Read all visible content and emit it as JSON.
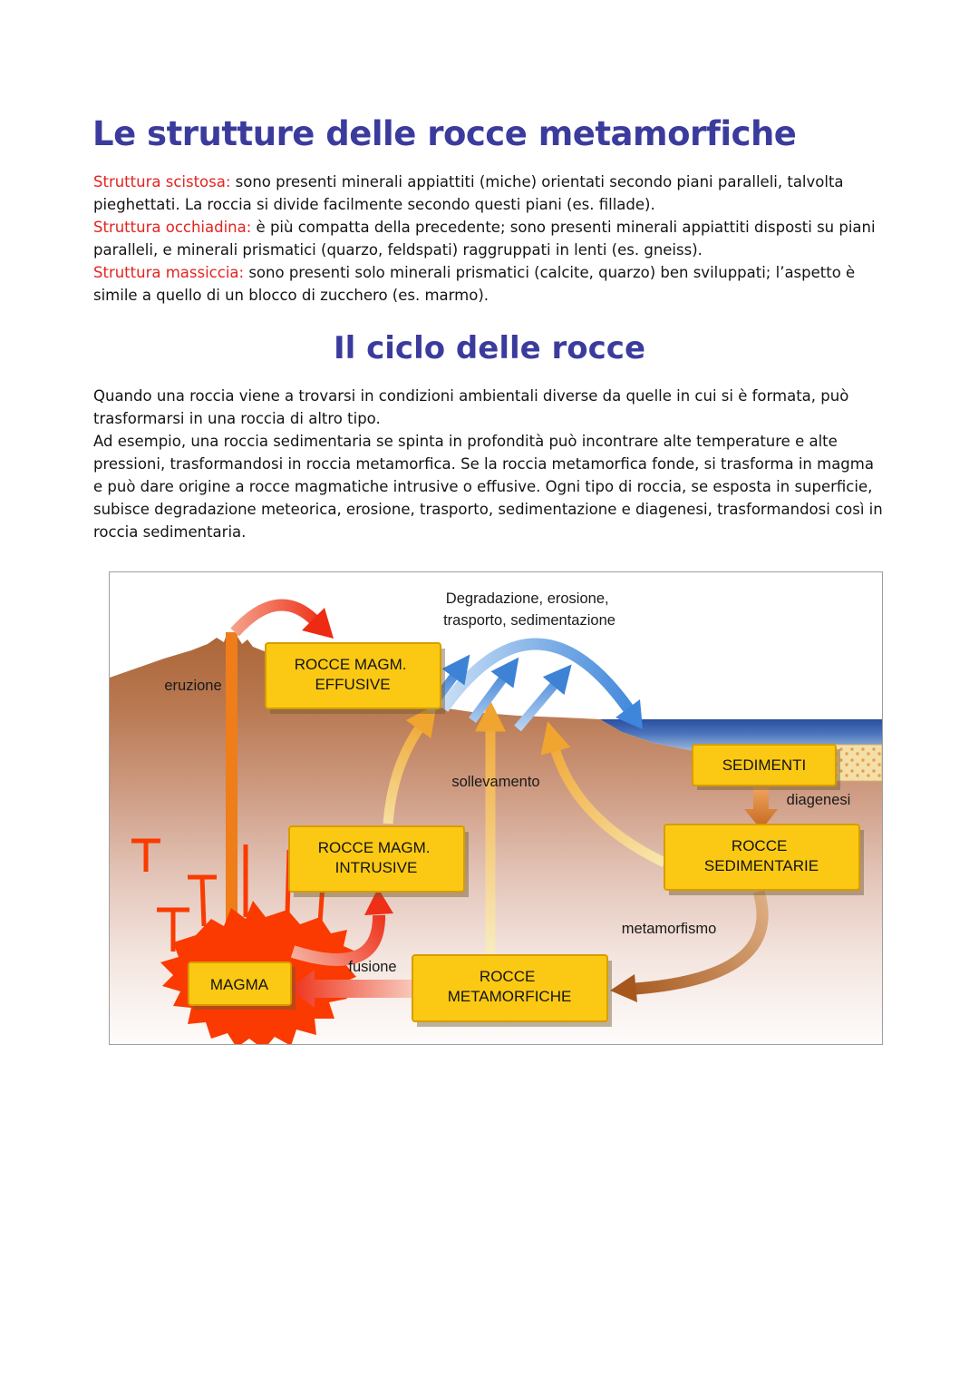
{
  "colors": {
    "heading_blue": "#3B3B9E",
    "lead_red": "#E5231F",
    "box_fill": "#FBC913",
    "box_border": "#D89C00",
    "magma_orange": "#FA3A00",
    "conduit_orange": "#EE7D1A",
    "sea_blue": "#2B4F9F",
    "arrow_blue": "#3E86DB",
    "arrow_gold": "#F0A93A",
    "arrow_brown": "#A5571E",
    "arrow_red": "#EE3018",
    "ground_brown": "#AC6638"
  },
  "section1": {
    "title": "Le strutture delle rocce metamorfiche",
    "items": [
      {
        "lead": "Struttura scistosa:",
        "text": " sono presenti minerali appiattiti (miche) orientati secondo piani paralleli, talvolta pieghettati. La roccia si divide facilmente secondo questi piani (es. fillade)."
      },
      {
        "lead": "Struttura occhiadina:",
        "text": " è più compatta della precedente; sono presenti minerali appiattiti disposti su piani paralleli, e minerali prismatici (quarzo, feldspati) raggruppati in lenti (es. gneiss)."
      },
      {
        "lead": "Struttura massiccia:",
        "text": " sono presenti solo minerali prismatici (calcite, quarzo) ben sviluppati; l’aspetto è simile a quello di un blocco di zucchero (es. marmo)."
      }
    ]
  },
  "section2": {
    "title": "Il ciclo delle rocce",
    "paragraphs": [
      "Quando una roccia viene a trovarsi in condizioni ambientali diverse da quelle in cui si è formata, può trasformarsi in una roccia di altro tipo.",
      "Ad esempio, una roccia sedimentaria se spinta in profondità può incontrare alte temperature e alte pressioni, trasformandosi in roccia metamorfica. Se la roccia metamorfica fonde, si trasforma in magma e può dare origine a rocce magmatiche intrusive o effusive. Ogni tipo di roccia, se esposta in superficie, subisce degradazione meteorica, erosione, trasporto, sedimentazione e diagenesi, trasformandosi così in roccia sedimentaria."
    ]
  },
  "diagram": {
    "boxes": {
      "effusive": {
        "line1": "ROCCE MAGM.",
        "line2": "EFFUSIVE"
      },
      "sedimenti": {
        "line1": "SEDIMENTI"
      },
      "intrusive": {
        "line1": "ROCCE MAGM.",
        "line2": "INTRUSIVE"
      },
      "sedimentarie": {
        "line1": "ROCCE",
        "line2": "SEDIMENTARIE"
      },
      "magma": {
        "line1": "MAGMA"
      },
      "metamorfiche": {
        "line1": "ROCCE",
        "line2": "METAMORFICHE"
      }
    },
    "labels": {
      "degradazione_line1": "Degradazione, erosione,",
      "degradazione_line2": "trasporto, sedimentazione",
      "eruzione": "eruzione",
      "sollevamento": "sollevamento",
      "diagenesi": "diagenesi",
      "metamorfismo": "metamorfismo",
      "fusione": "fusione"
    }
  }
}
